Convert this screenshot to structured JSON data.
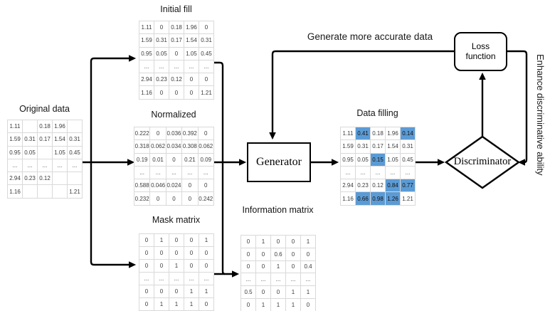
{
  "titles": {
    "original": "Original data",
    "initial_fill": "Initial fill",
    "normalized": "Normalized",
    "mask": "Mask matrix",
    "information": "Information matrix",
    "data_filling": "Data filling"
  },
  "nodes": {
    "generator": "Generator",
    "discriminator": "Discriminator",
    "loss_function": "Loss function"
  },
  "annotations": {
    "top_feedback": "Generate more accurate data",
    "right_feedback": "Enhance discriminative ability"
  },
  "colors": {
    "fill_highlight": "#5B9BD5",
    "matrix_border": "#D9D9D9",
    "line": "#000000"
  },
  "matrices": {
    "original": {
      "rows": [
        [
          "1.11",
          "",
          "0.18",
          "1.96",
          ""
        ],
        [
          "1.59",
          "0.31",
          "0.17",
          "1.54",
          "0.31"
        ],
        [
          "0.95",
          "0.05",
          "",
          "1.05",
          "0.45"
        ],
        [
          "...",
          "...",
          "...",
          "...",
          "..."
        ],
        [
          "2.94",
          "0.23",
          "0.12",
          "",
          ""
        ],
        [
          "1.16",
          "",
          "",
          "",
          "1.21"
        ]
      ]
    },
    "initial_fill": {
      "rows": [
        [
          "1.11",
          "0",
          "0.18",
          "1.96",
          "0"
        ],
        [
          "1.59",
          "0.31",
          "0.17",
          "1.54",
          "0.31"
        ],
        [
          "0.95",
          "0.05",
          "0",
          "1.05",
          "0.45"
        ],
        [
          "...",
          "...",
          "...",
          "...",
          "..."
        ],
        [
          "2.94",
          "0.23",
          "0.12",
          "0",
          "0"
        ],
        [
          "1.16",
          "0",
          "0",
          "0",
          "1.21"
        ]
      ]
    },
    "normalized": {
      "rows": [
        [
          "0.222",
          "0",
          "0.036",
          "0.392",
          "0"
        ],
        [
          "0.318",
          "0.062",
          "0.034",
          "0.308",
          "0.062"
        ],
        [
          "0.19",
          "0.01",
          "0",
          "0.21",
          "0.09"
        ],
        [
          "...",
          "...",
          "...",
          "...",
          "..."
        ],
        [
          "0.588",
          "0.046",
          "0.024",
          "0",
          "0"
        ],
        [
          "0.232",
          "0",
          "0",
          "0",
          "0.242"
        ]
      ]
    },
    "mask": {
      "rows": [
        [
          "0",
          "1",
          "0",
          "0",
          "1"
        ],
        [
          "0",
          "0",
          "0",
          "0",
          "0"
        ],
        [
          "0",
          "0",
          "1",
          "0",
          "0"
        ],
        [
          "...",
          "...",
          "...",
          "...",
          "..."
        ],
        [
          "0",
          "0",
          "0",
          "1",
          "1"
        ],
        [
          "0",
          "1",
          "1",
          "1",
          "0"
        ]
      ]
    },
    "information": {
      "rows": [
        [
          "0",
          "1",
          "0",
          "0",
          "1"
        ],
        [
          "0",
          "0",
          "0.6",
          "0",
          "0"
        ],
        [
          "0",
          "0",
          "1",
          "0",
          "0.4"
        ],
        [
          "...",
          "...",
          "...",
          "...",
          "..."
        ],
        [
          "0.5",
          "0",
          "0",
          "1",
          "1"
        ],
        [
          "0",
          "1",
          "1",
          "1",
          "0"
        ]
      ]
    },
    "data_filling": {
      "rows": [
        [
          "1.11",
          "0.41",
          "0.18",
          "1.96",
          "0.14"
        ],
        [
          "1.59",
          "0.31",
          "0.17",
          "1.54",
          "0.31"
        ],
        [
          "0.95",
          "0.05",
          "0.15",
          "1.05",
          "0.45"
        ],
        [
          "...",
          "...",
          "...",
          "...",
          "..."
        ],
        [
          "2.94",
          "0.23",
          "0.12",
          "0.84",
          "0.77"
        ],
        [
          "1.16",
          "0.66",
          "0.98",
          "1.26",
          "1.21"
        ]
      ],
      "highlights": [
        [
          0,
          1
        ],
        [
          0,
          4
        ],
        [
          2,
          2
        ],
        [
          4,
          3
        ],
        [
          4,
          4
        ],
        [
          5,
          1
        ],
        [
          5,
          2
        ],
        [
          5,
          3
        ]
      ]
    }
  }
}
